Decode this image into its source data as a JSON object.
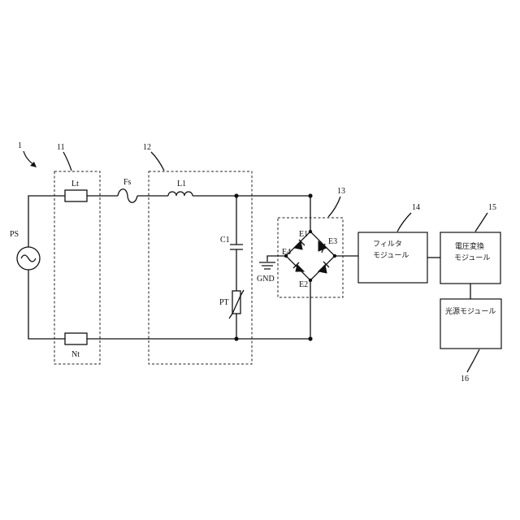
{
  "labels": {
    "fig_ref": "1",
    "block11_ref": "11",
    "block12_ref": "12",
    "block13_ref": "13",
    "block14_ref": "14",
    "block15_ref": "15",
    "block16_ref": "16",
    "source": "PS",
    "line_choke": "Lt",
    "neutral_choke": "Nt",
    "fuse": "Fs",
    "inductor": "L1",
    "capacitor": "C1",
    "thermistor": "PT",
    "ground": "GND",
    "e1": "E1",
    "e2": "E2",
    "e3": "E3",
    "e4": "E4"
  },
  "modules": {
    "filter_line1": "フィルタ",
    "filter_line2": "モジュール",
    "voltage_line1": "電圧変換",
    "voltage_line2": "モジュール",
    "light_source": "光源モジュール"
  }
}
